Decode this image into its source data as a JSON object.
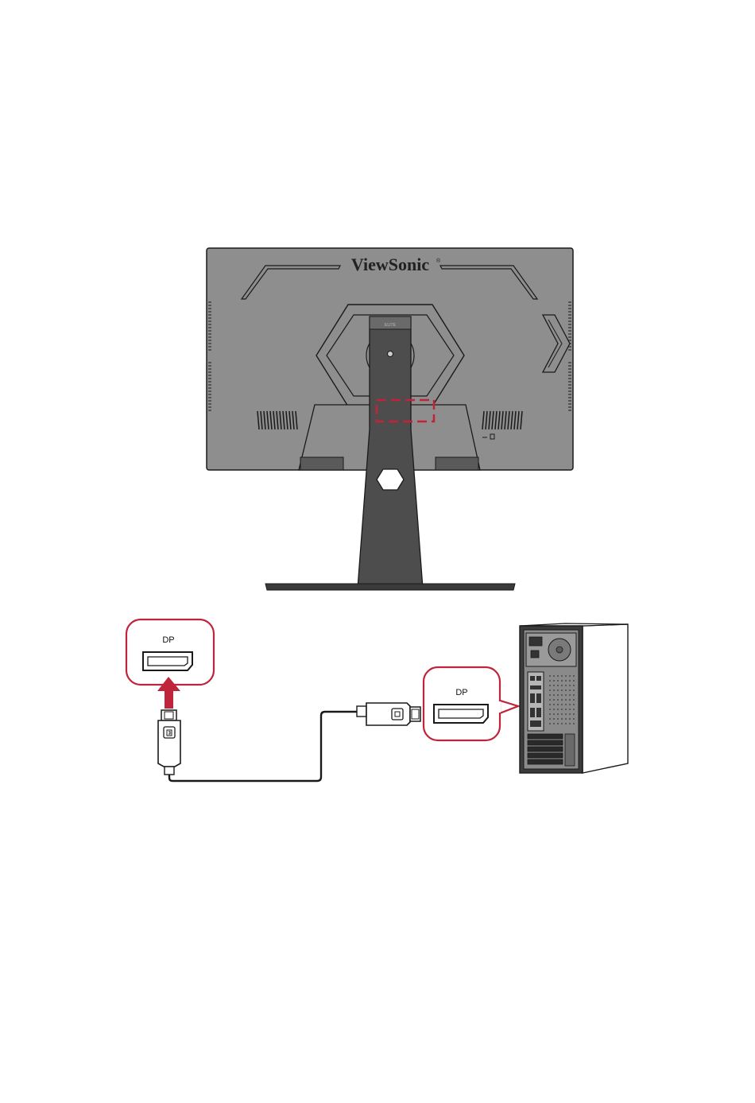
{
  "monitor": {
    "brand": "ViewSonic",
    "registered_mark": "®",
    "series_mark": "ELITE"
  },
  "callout_monitor_port": {
    "label": "DP"
  },
  "callout_pc_port": {
    "label": "DP"
  },
  "colors": {
    "highlight_red": "#c0243a",
    "monitor_gray": "#8c8c8c",
    "dark_gray": "#4a4a4a",
    "line_black": "#1a1a1a"
  },
  "icons": {
    "arrow": "up-arrow-icon",
    "cable": "displayport-cable-icon",
    "pc": "desktop-tower-pc-icon"
  }
}
